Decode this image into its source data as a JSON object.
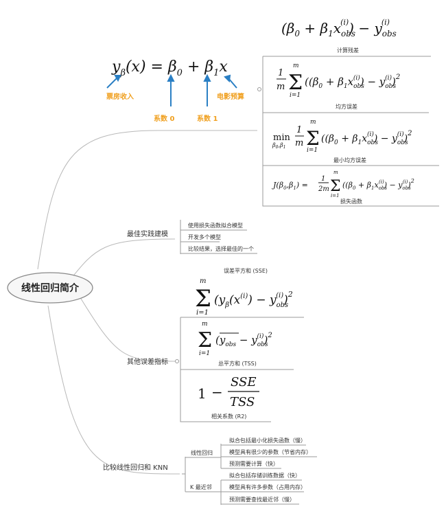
{
  "root": {
    "title": "线性回归简介"
  },
  "top_formula": {
    "model": "y_β(x) = β_0 + β_1 x",
    "residual": "(β_0 + β_1 x_obs^(i)) − y_obs^(i)",
    "annotations": {
      "box_office": "票房收入",
      "budget": "电影预算",
      "coef0": "系数 0",
      "coef1": "系数 1"
    }
  },
  "loss_branch": {
    "items": [
      {
        "caption": "计算残差"
      },
      {
        "caption": "均方误差",
        "formula": "(1/m) Σ_{i=1}^{m} ((β_0 + β_1 x_obs^(i)) − y_obs^(i))^2"
      },
      {
        "caption": "最小均方误差",
        "formula": "min_{β_0,β_1} (1/m) Σ_{i=1}^{m} ((β_0 + β_1 x_obs^(i)) − y_obs^(i))^2"
      },
      {
        "caption": "损失函数",
        "formula": "J(β_0,β_1) = (1/2m) Σ_{i=1}^{m} ((β_0 + β_1 x_obs^(i)) − y_obs^(i))^2"
      }
    ]
  },
  "best_practice": {
    "label": "最佳实践建模",
    "items": [
      "使用损失函数拟合模型",
      "开发多个模型",
      "比较结果，选择最佳的一个"
    ]
  },
  "other_metrics": {
    "label": "其他误差指标",
    "items": [
      {
        "caption": "误差平方和 (SSE)",
        "formula": "Σ_{i=1}^{m} (y_β(x^(i)) − y_obs^(i))^2"
      },
      {
        "caption": "总平方和 (TSS)",
        "formula": "Σ_{i=1}^{m} (ȳ_obs − y_obs^(i))^2"
      },
      {
        "caption": "相关系数 (R2)",
        "formula": "1 − SSE/TSS"
      }
    ]
  },
  "compare": {
    "label": "比较线性回归和 KNN",
    "groups": [
      {
        "label": "线性回归",
        "items": [
          "拟合包括最小化损失函数（慢）",
          "模型具有很少的参数（节省内存）",
          "预测需要计算（快）"
        ]
      },
      {
        "label": "K 最近邻",
        "items": [
          "拟合包括存储训练数据（快）",
          "模型具有许多参数（占用内存）",
          "预测需要查找最近邻（慢）"
        ]
      }
    ]
  }
}
